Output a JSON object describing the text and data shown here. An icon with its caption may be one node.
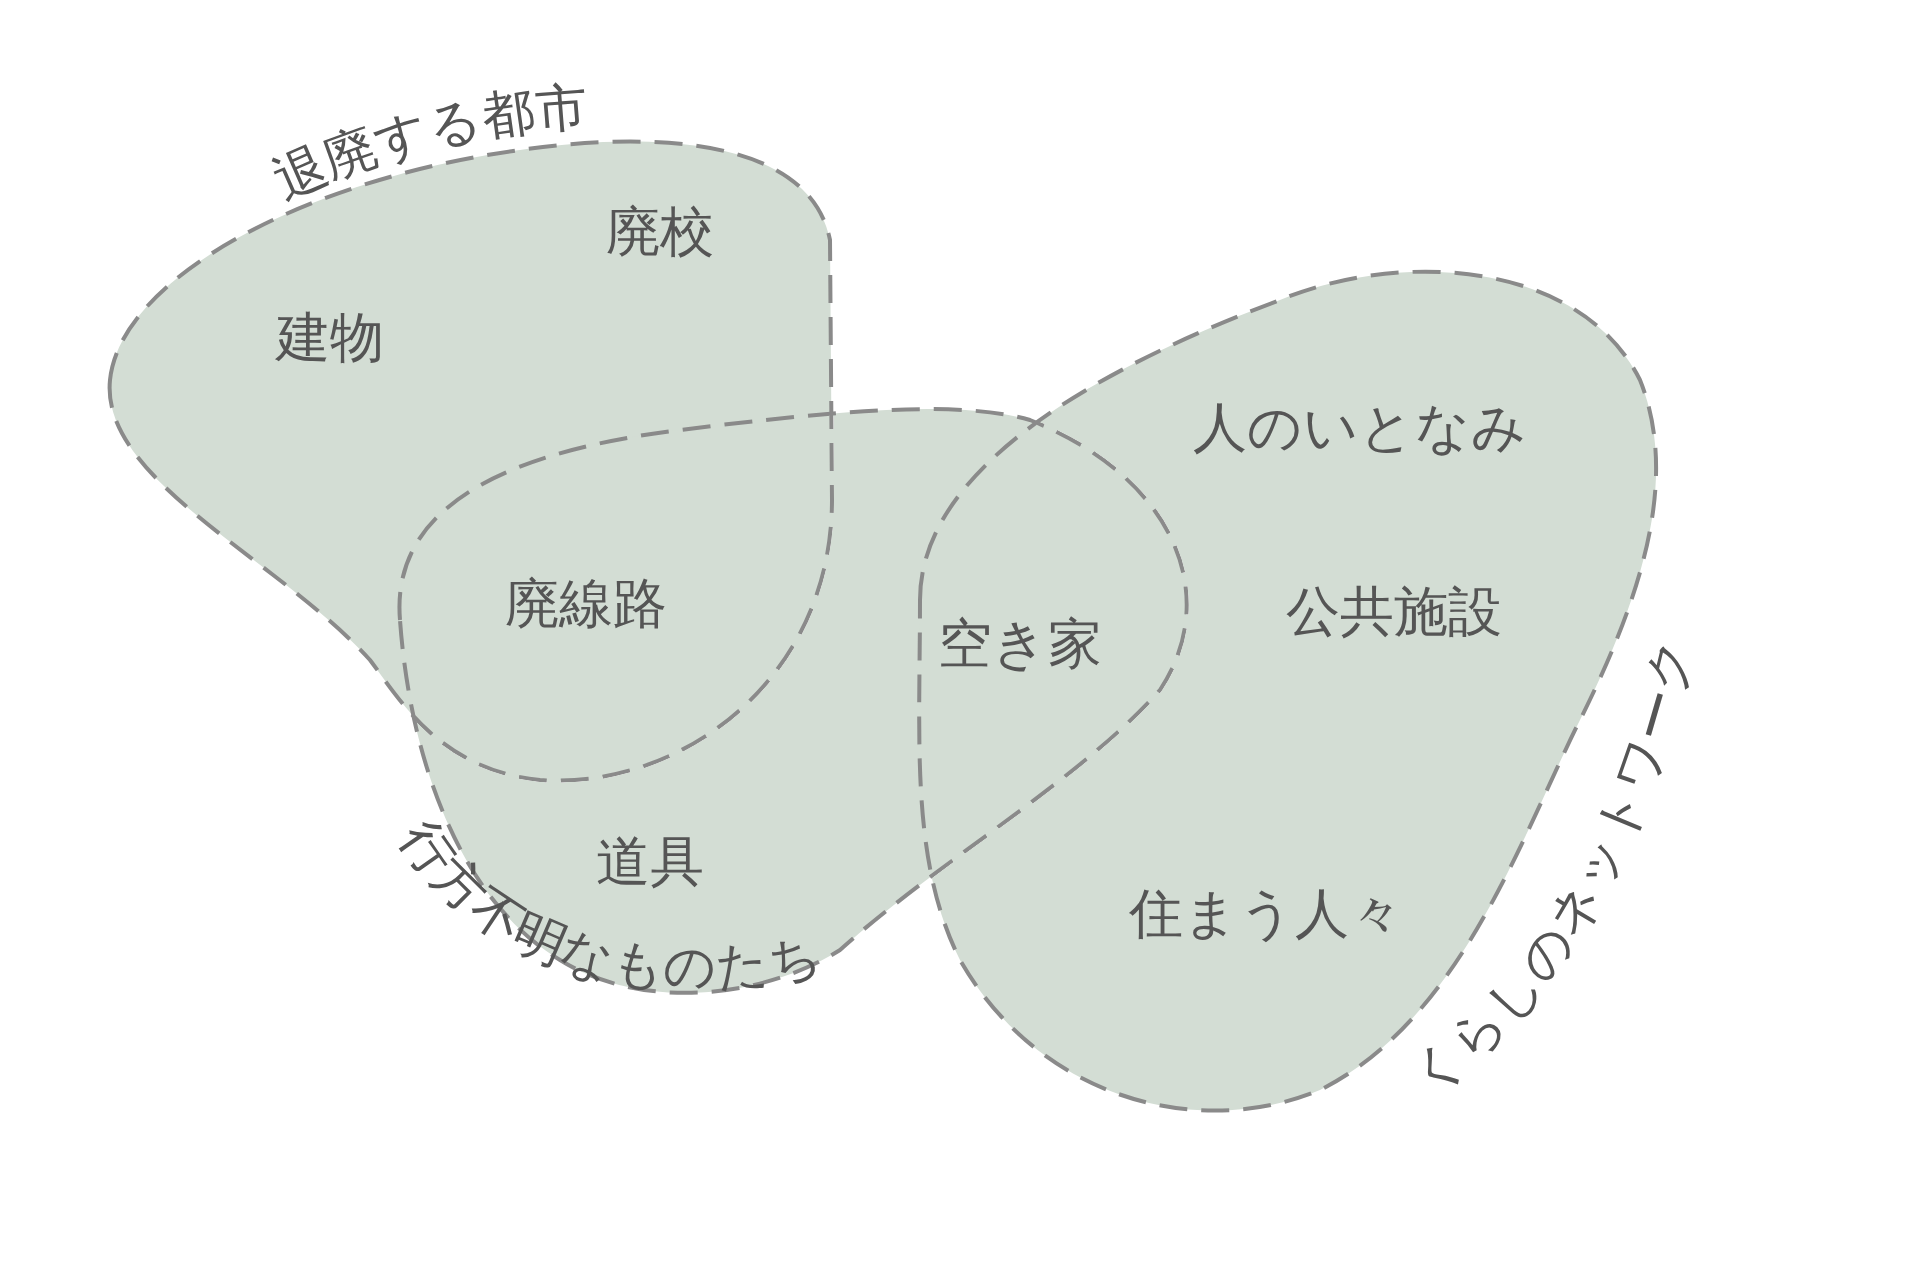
{
  "diagram": {
    "nodes": [
      {
        "text": [
          "退廃する都市",
          "廃校",
          "建物"
        ]
      },
      {
        "text": [
          "行方不明なものたち",
          "道具"
        ]
      },
      {
        "text": [
          "くらしのネットワーク",
          "人のいとなみ",
          "公共施設",
          "住まう人々"
        ]
      }
    ],
    "labels": [
      "廃線路",
      "空き家"
    ]
  }
}
